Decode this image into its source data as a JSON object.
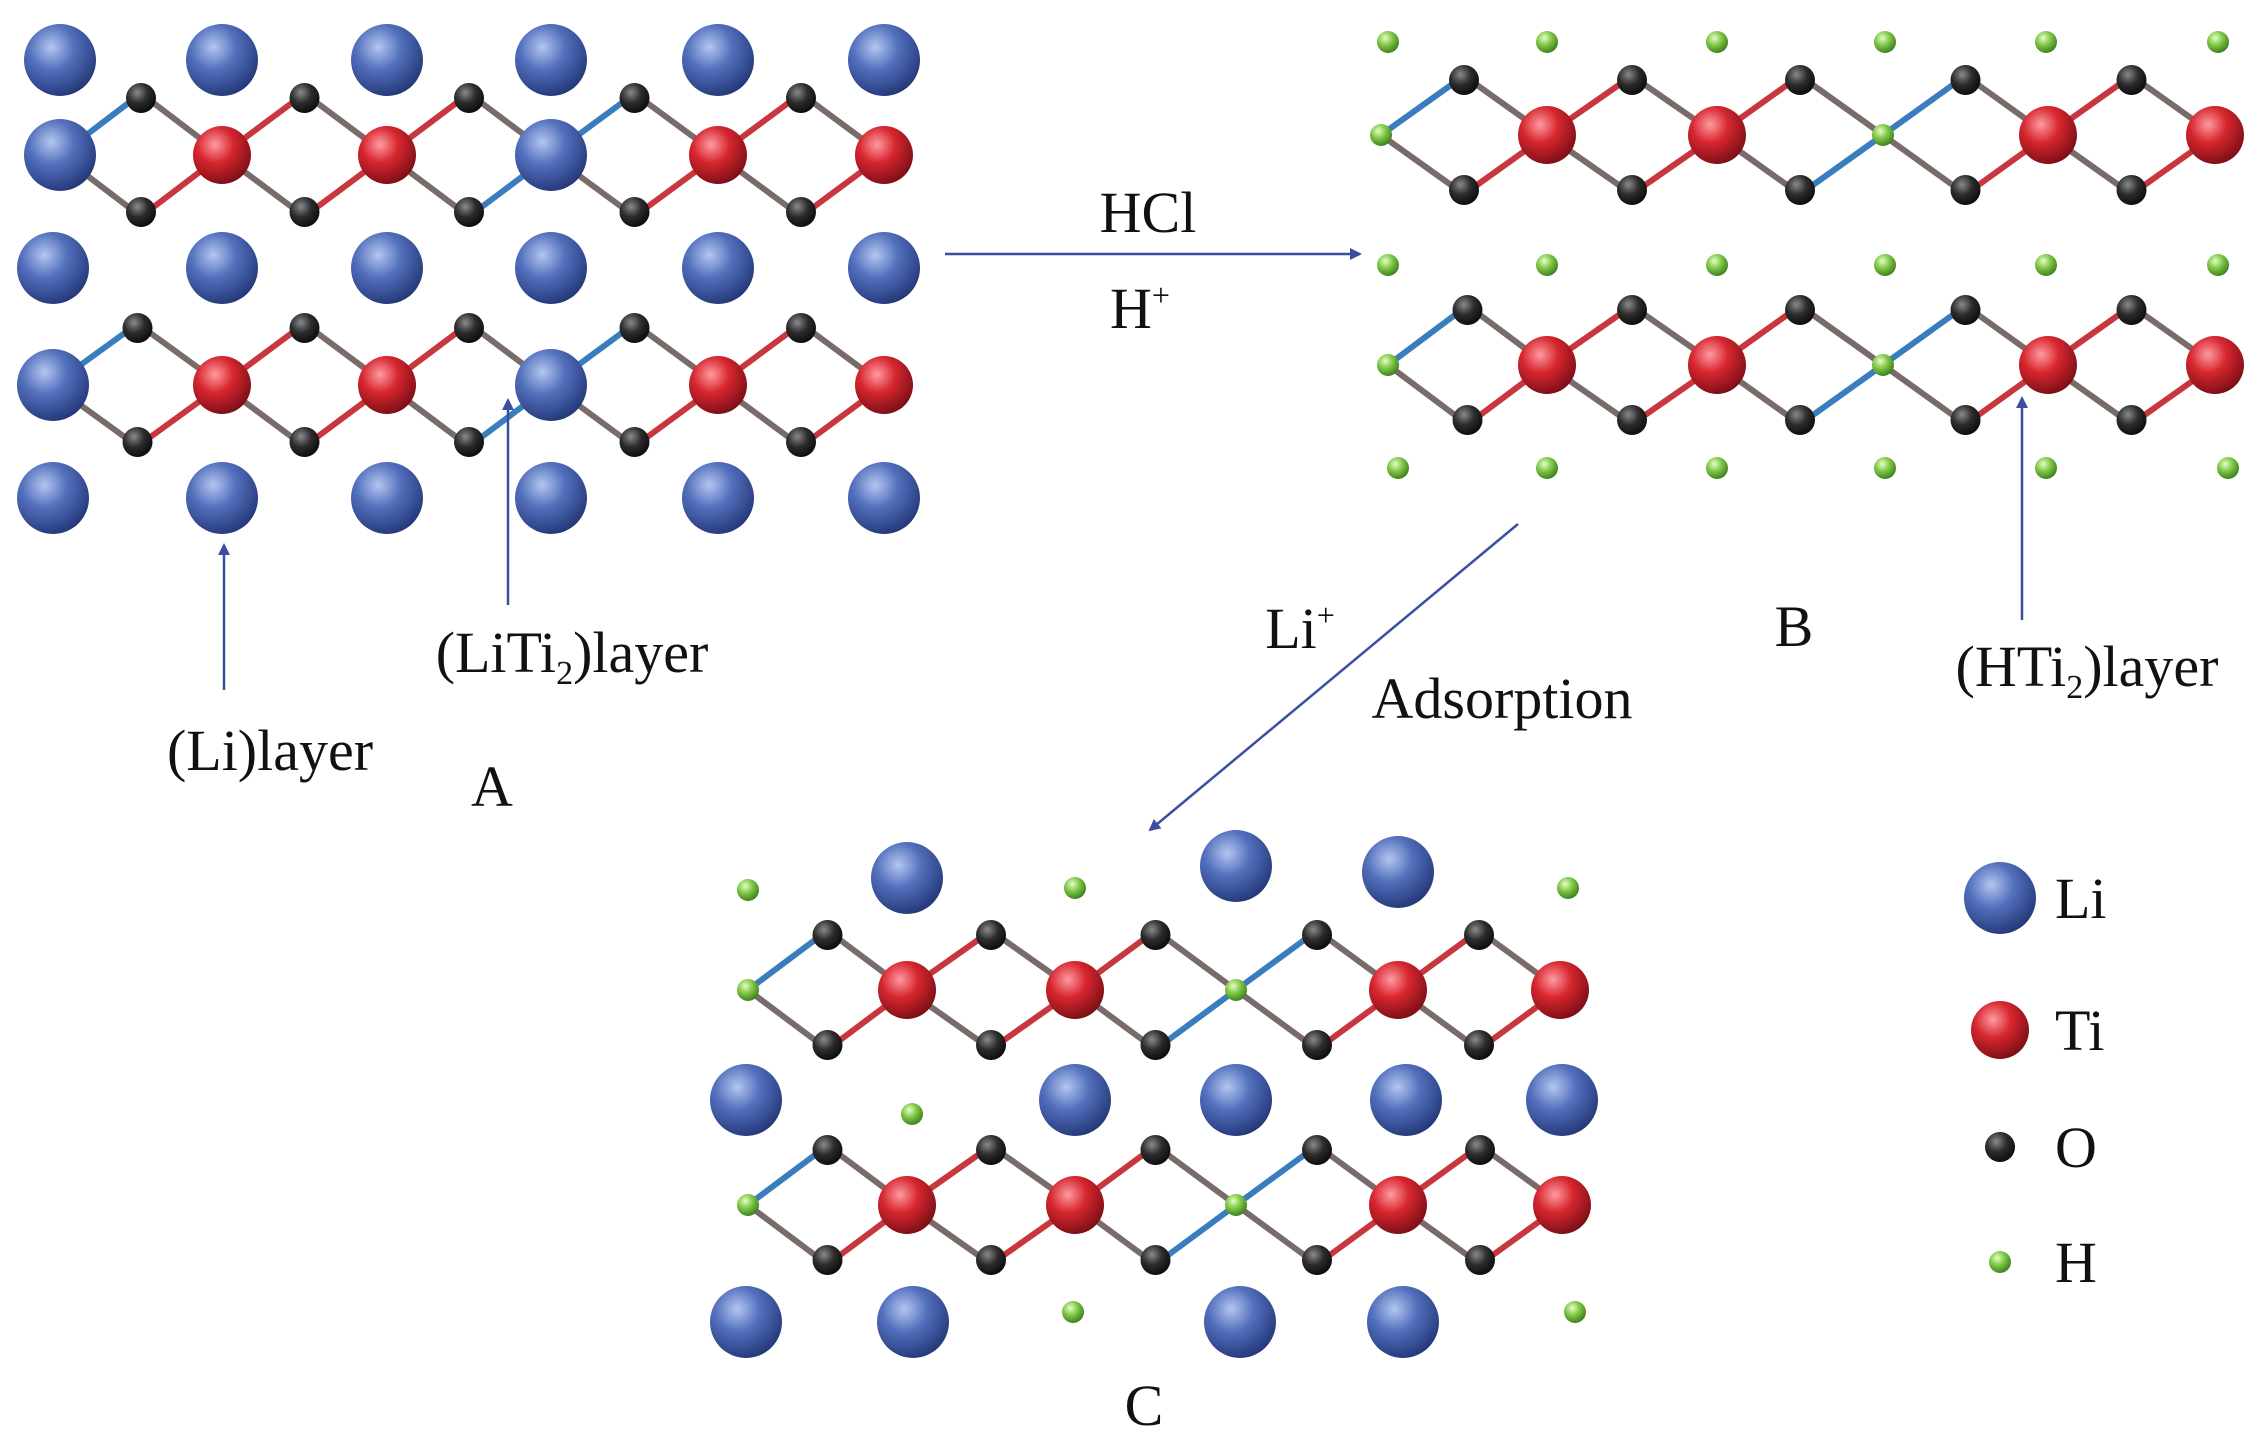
{
  "panels": {
    "A": {
      "label": "A",
      "li_layer_label": {
        "pre": "(Li)layer"
      },
      "liti2_layer_label": {
        "pre": "(LiTi",
        "sub": "2",
        "post": ")layer"
      }
    },
    "B": {
      "label": "B",
      "hti2_layer_label": {
        "pre": "(HTi",
        "sub": "2",
        "post": ")layer"
      }
    },
    "C": {
      "label": "C"
    }
  },
  "arrows": {
    "a_to_b": {
      "top": "HCl",
      "bottom_base": "H",
      "bottom_sup": "+"
    },
    "b_to_c": {
      "ion_base": "Li",
      "ion_sup": "+",
      "process": "Adsorption"
    }
  },
  "legend": [
    {
      "element": "Li",
      "color": "#4a66b0"
    },
    {
      "element": "Ti",
      "color": "#d62a34"
    },
    {
      "element": "O",
      "color": "#2a2a2a"
    },
    {
      "element": "H",
      "color": "#7cc444"
    }
  ]
}
